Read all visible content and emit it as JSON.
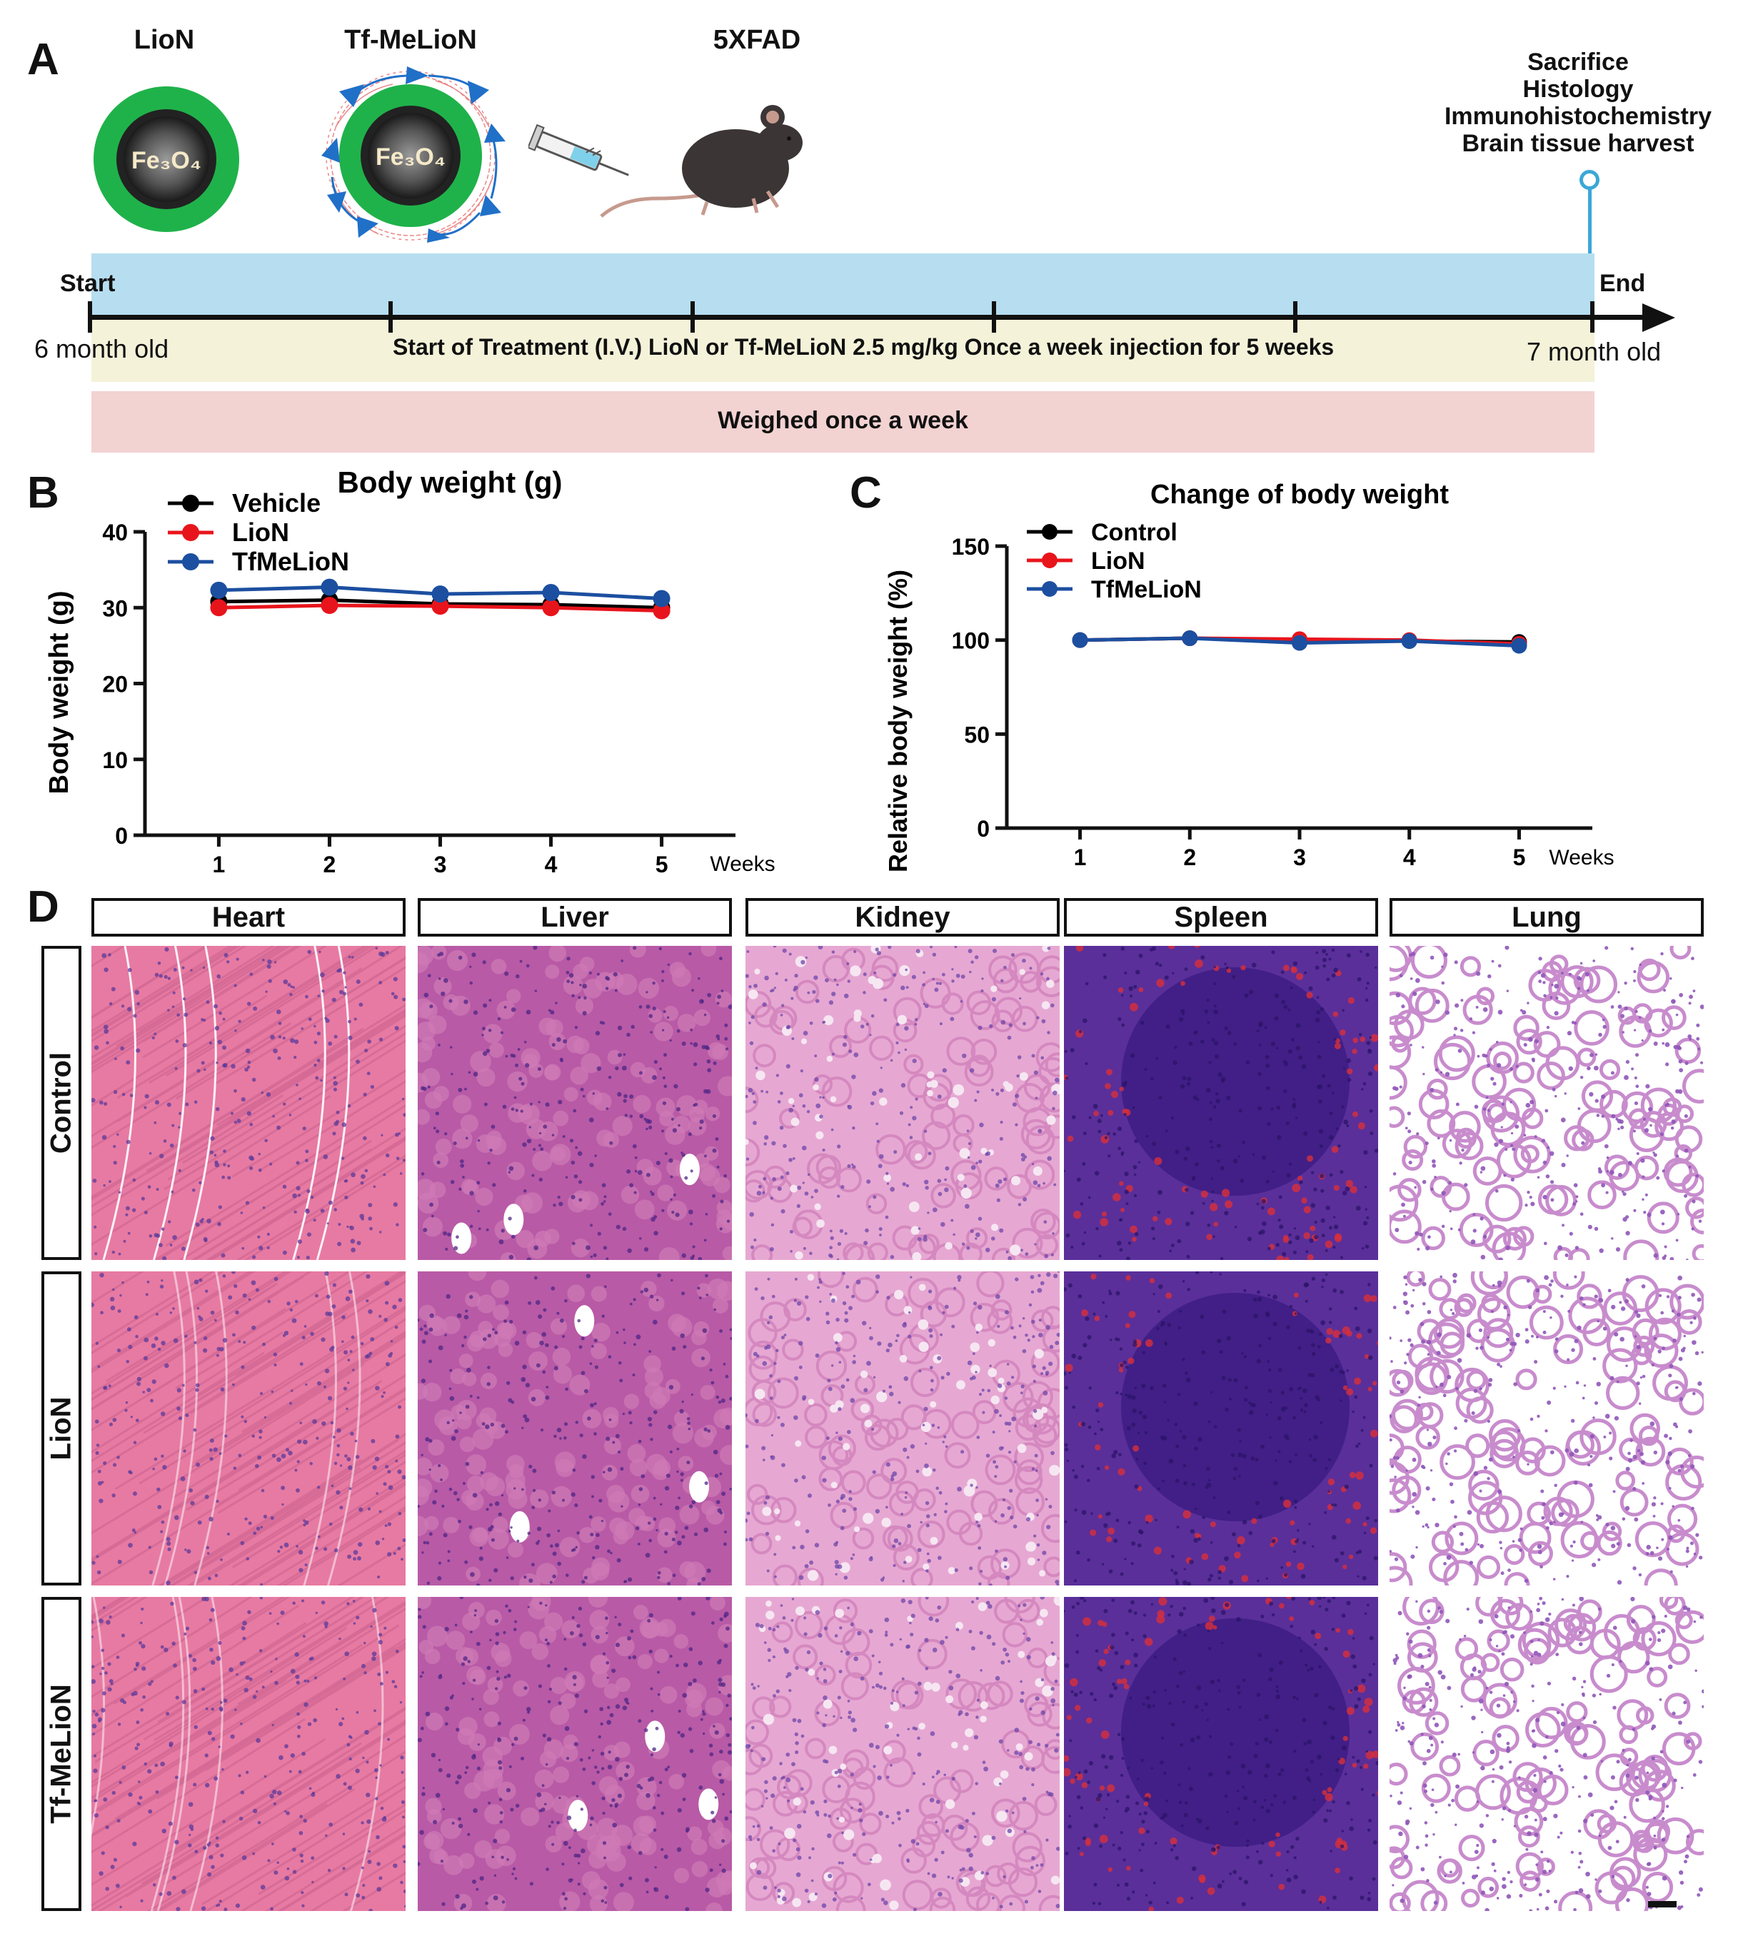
{
  "panels": {
    "a": "A",
    "b": "B",
    "c": "C",
    "d": "D"
  },
  "timeline": {
    "nano1": {
      "name": "LioN",
      "core": "Fe₃O₄"
    },
    "nano2": {
      "name": "Tf-MeLioN",
      "core": "Fe₃O₄"
    },
    "mouse_label": "5XFAD",
    "endpoint": [
      "Sacrifice",
      "Histology",
      "Immunohistochemistry",
      "Brain tissue harvest"
    ],
    "start": "Start",
    "end": "End",
    "age_start": "6 month old",
    "age_end": "7 month old",
    "treatment": "Start of Treatment (I.V.) LioN or Tf-MeLioN 2.5 mg/kg Once a week injection for 5 weeks",
    "weighed": "Weighed once a week",
    "colors": {
      "top_band": "#b6def0",
      "mid_band": "#f4f2d9",
      "low_band": "#f3d2d2",
      "shell": "#1fb24a",
      "marker": "#3ba7d6"
    }
  },
  "chart_data": [
    {
      "type": "line",
      "title": "Body weight (g)",
      "xlabel": "Weeks",
      "ylabel": "Body weight (g)",
      "x": [
        1,
        2,
        3,
        4,
        5
      ],
      "ylim": [
        0,
        40
      ],
      "yticks": [
        0,
        10,
        20,
        30,
        40
      ],
      "legend": "top-left",
      "series": [
        {
          "name": "Vehicle",
          "color": "#000000",
          "values": [
            30.8,
            31.0,
            30.5,
            30.4,
            30.0
          ]
        },
        {
          "name": "LioN",
          "color": "#e8141c",
          "values": [
            30.0,
            30.3,
            30.2,
            30.0,
            29.6
          ]
        },
        {
          "name": "TfMeLioN",
          "color": "#1c4fa0",
          "values": [
            32.3,
            32.7,
            31.8,
            32.0,
            31.2
          ]
        }
      ]
    },
    {
      "type": "line",
      "title": "Change of body weight",
      "xlabel": "Weeks",
      "ylabel": "Relative body weight (%)",
      "x": [
        1,
        2,
        3,
        4,
        5
      ],
      "ylim": [
        0,
        150
      ],
      "yticks": [
        0,
        50,
        100,
        150
      ],
      "legend": "top-left",
      "series": [
        {
          "name": "Control",
          "color": "#000000",
          "values": [
            100,
            101,
            100,
            99.5,
            99
          ]
        },
        {
          "name": "LioN",
          "color": "#e8141c",
          "values": [
            100,
            101,
            100.5,
            100,
            98
          ]
        },
        {
          "name": "TfMeLioN",
          "color": "#1c4fa0",
          "values": [
            100,
            101,
            98.5,
            99.5,
            97
          ]
        }
      ]
    }
  ],
  "histology": {
    "organs": [
      "Heart",
      "Liver",
      "Kidney",
      "Spleen",
      "Lung"
    ],
    "groups": [
      "Control",
      "LioN",
      "Tf-MeLioN"
    ]
  }
}
